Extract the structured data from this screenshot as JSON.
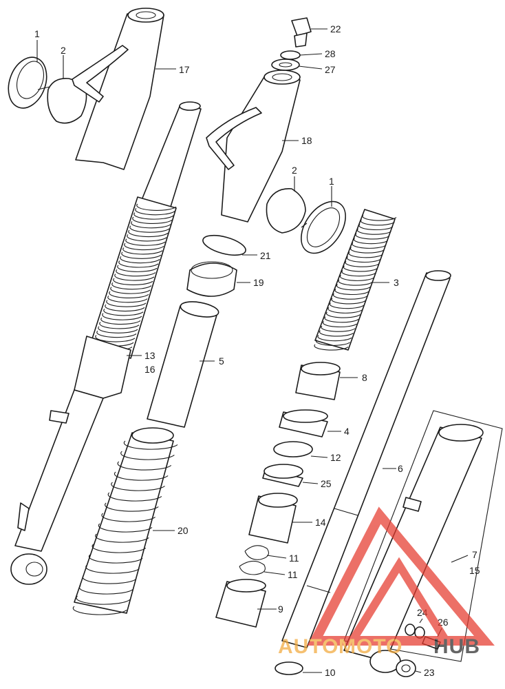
{
  "callouts": [
    {
      "id": "c1a",
      "label": "1"
    },
    {
      "id": "c2a",
      "label": "2"
    },
    {
      "id": "c17",
      "label": "17"
    },
    {
      "id": "c22",
      "label": "22"
    },
    {
      "id": "c28",
      "label": "28"
    },
    {
      "id": "c27",
      "label": "27"
    },
    {
      "id": "c18",
      "label": "18"
    },
    {
      "id": "c2b",
      "label": "2"
    },
    {
      "id": "c1b",
      "label": "1"
    },
    {
      "id": "c21",
      "label": "21"
    },
    {
      "id": "c19",
      "label": "19"
    },
    {
      "id": "c3",
      "label": "3"
    },
    {
      "id": "c13",
      "label": "13"
    },
    {
      "id": "c16",
      "label": "16"
    },
    {
      "id": "c5",
      "label": "5"
    },
    {
      "id": "c8",
      "label": "8"
    },
    {
      "id": "c4",
      "label": "4"
    },
    {
      "id": "c12",
      "label": "12"
    },
    {
      "id": "c6",
      "label": "6"
    },
    {
      "id": "c25",
      "label": "25"
    },
    {
      "id": "c14",
      "label": "14"
    },
    {
      "id": "c20",
      "label": "20"
    },
    {
      "id": "c7",
      "label": "7"
    },
    {
      "id": "c15",
      "label": "15"
    },
    {
      "id": "c11a",
      "label": "11"
    },
    {
      "id": "c11b",
      "label": "11"
    },
    {
      "id": "c9",
      "label": "9"
    },
    {
      "id": "c24",
      "label": "24"
    },
    {
      "id": "c26",
      "label": "26"
    },
    {
      "id": "c10",
      "label": "10"
    },
    {
      "id": "c23",
      "label": "23"
    }
  ],
  "watermark": {
    "part1": "AUTO",
    "part2": "MOTO",
    "part3": "HUB",
    "color_red": "#e63a2e",
    "color_orange": "#f2a93b",
    "color_dark": "#2b2b2b"
  }
}
